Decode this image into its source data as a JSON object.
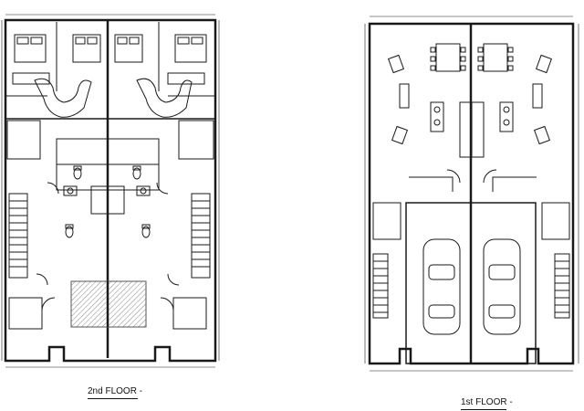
{
  "sheet": {
    "plans": [
      {
        "id": "second-floor",
        "caption": "2nd FLOOR -"
      },
      {
        "id": "first-floor",
        "caption": "1st FLOOR -"
      }
    ],
    "colors": {
      "line": "#1a1a1a",
      "wall": "#111111",
      "hatch": "#8a8a8a",
      "paper": "#ffffff"
    },
    "icons": [
      "bed-icon",
      "toilet-icon",
      "sink-icon",
      "stair-icon",
      "car-icon",
      "dining-table-icon",
      "sofa-icon",
      "kitchen-island-icon"
    ]
  }
}
